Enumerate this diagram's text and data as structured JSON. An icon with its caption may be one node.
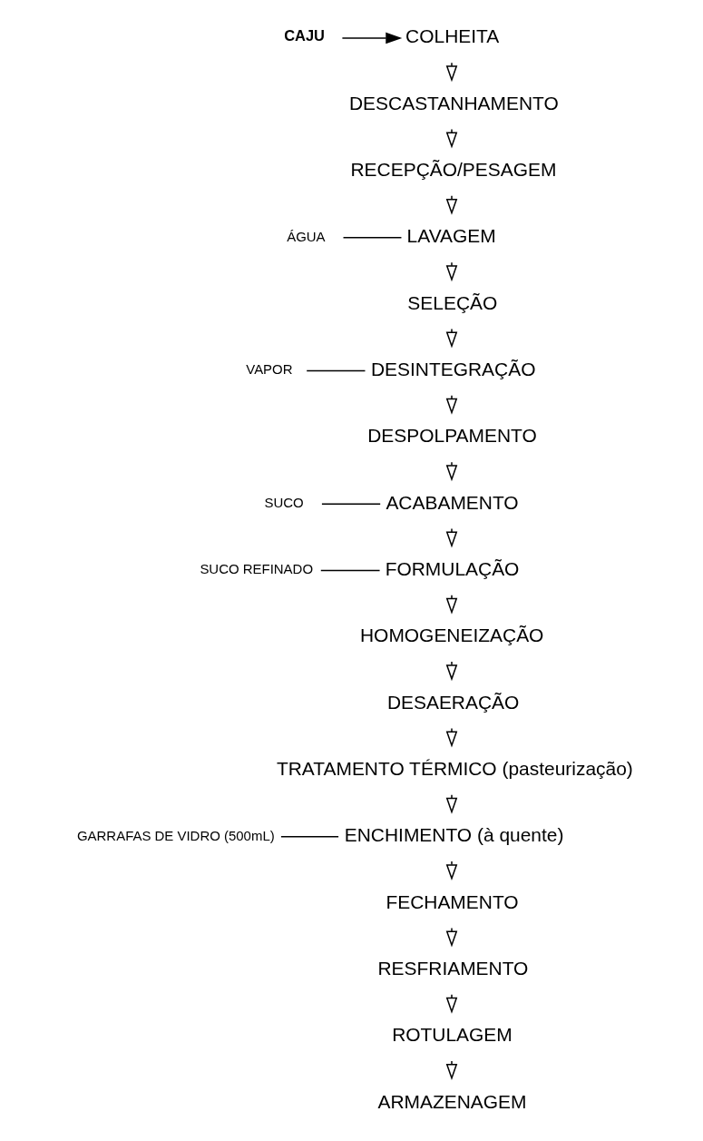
{
  "diagram": {
    "nodes": [
      {
        "text": [
          "CAJU"
        ]
      },
      {
        "text": [
          "COLHEITA"
        ]
      },
      {
        "text": [
          "DESCASTANHAMENTO"
        ]
      },
      {
        "text": [
          "RECEPÇÃO/PESAGEM"
        ]
      },
      {
        "text": [
          "ÁGUA"
        ]
      },
      {
        "text": [
          "LAVAGEM"
        ]
      },
      {
        "text": [
          "SELEÇÃO"
        ]
      },
      {
        "text": [
          "VAPOR"
        ]
      },
      {
        "text": [
          "DESINTEGRAÇÃO"
        ]
      },
      {
        "text": [
          "DESPOLPAMENTO"
        ]
      },
      {
        "text": [
          "SUCO"
        ]
      },
      {
        "text": [
          "ACABAMENTO"
        ]
      },
      {
        "text": [
          "SUCO REFINADO"
        ]
      },
      {
        "text": [
          "FORMULAÇÃO"
        ]
      },
      {
        "text": [
          "HOMOGENEIZAÇÃO"
        ]
      },
      {
        "text": [
          "DESAERAÇÃO"
        ]
      },
      {
        "text": [
          "TRATAMENTO TÉRMICO (pasteurização)"
        ]
      },
      {
        "text": [
          "GARRAFAS DE VIDRO (500mL)"
        ]
      },
      {
        "text": [
          "ENCHIMENTO (à quente)"
        ]
      },
      {
        "text": [
          "FECHAMENTO"
        ]
      },
      {
        "text": [
          "RESFRIAMENTO"
        ]
      },
      {
        "text": [
          "ROTULAGEM"
        ]
      },
      {
        "text": [
          "ARMAZENAGEM"
        ]
      }
    ],
    "edges": [
      {
        "from": 0,
        "to": 1,
        "arrow": "to"
      },
      {
        "from": 1,
        "to": 2,
        "arrow": "to"
      },
      {
        "from": 2,
        "to": 3,
        "arrow": "to"
      },
      {
        "from": 3,
        "to": 5,
        "arrow": "to"
      },
      {
        "from": 4,
        "to": 5,
        "arrow": "none"
      },
      {
        "from": 5,
        "to": 6,
        "arrow": "to"
      },
      {
        "from": 6,
        "to": 8,
        "arrow": "to"
      },
      {
        "from": 7,
        "to": 8,
        "arrow": "none"
      },
      {
        "from": 8,
        "to": 9,
        "arrow": "to"
      },
      {
        "from": 9,
        "to": 11,
        "arrow": "to"
      },
      {
        "from": 10,
        "to": 11,
        "arrow": "none"
      },
      {
        "from": 11,
        "to": 13,
        "arrow": "to"
      },
      {
        "from": 12,
        "to": 13,
        "arrow": "none"
      },
      {
        "from": 13,
        "to": 14,
        "arrow": "to"
      },
      {
        "from": 14,
        "to": 15,
        "arrow": "to"
      },
      {
        "from": 15,
        "to": 16,
        "arrow": "to"
      },
      {
        "from": 16,
        "to": 18,
        "arrow": "to"
      },
      {
        "from": 17,
        "to": 18,
        "arrow": "none"
      },
      {
        "from": 18,
        "to": 19,
        "arrow": "to"
      },
      {
        "from": 19,
        "to": 20,
        "arrow": "to"
      },
      {
        "from": 20,
        "to": 21,
        "arrow": "to"
      },
      {
        "from": 21,
        "to": 22,
        "arrow": "to"
      }
    ]
  }
}
